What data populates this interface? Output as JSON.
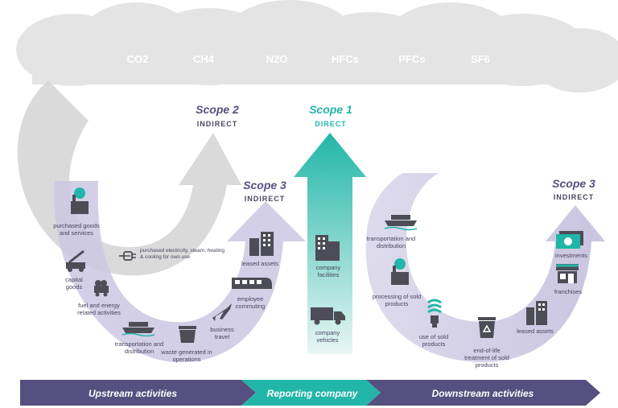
{
  "gases": [
    "CO2",
    "CH4",
    "N2O",
    "HFCs",
    "PFCs",
    "SF6"
  ],
  "scope2": {
    "title": "Scope 2",
    "sub": "INDIRECT"
  },
  "scope1": {
    "title": "Scope 1",
    "sub": "DIRECT"
  },
  "scope3_left": {
    "title": "Scope 3",
    "sub": "INDIRECT"
  },
  "scope3_right": {
    "title": "Scope 3",
    "sub": "INDIRECT"
  },
  "upstream_items": {
    "purchased_goods": "purchased goods and services",
    "capital_goods": "capital goods",
    "fuel_energy": "fuel and energy related activities",
    "transport_up": "transportation and distribution",
    "waste": "waste generated in operations",
    "business_travel": "business travel",
    "employee_commuting": "employee commuting",
    "leased_assets_up": "leased assets",
    "purchased_electricity": "purchased electricity, steam, heating & cooling for own use"
  },
  "company_items": {
    "facilities": "company facilities",
    "vehicles": "company vehicles"
  },
  "downstream_items": {
    "transport_down": "transportation and distribution",
    "processing": "processing of sold products",
    "use_of_sold": "use of sold products",
    "end_of_life": "end-of-life treatment of sold products",
    "leased_assets_down": "leased assets",
    "franchises": "franchises",
    "investments": "investments"
  },
  "bottom_bar": {
    "upstream": "Upstream activities",
    "reporting": "Reporting company",
    "downstream": "Downstream activities"
  },
  "colors": {
    "purple": "#55507f",
    "teal": "#22b6a8",
    "light_purple": "#c9c6e0",
    "grey": "#c9c9c9",
    "cloud": "#e4e4e4",
    "icon": "#4d4d57"
  }
}
